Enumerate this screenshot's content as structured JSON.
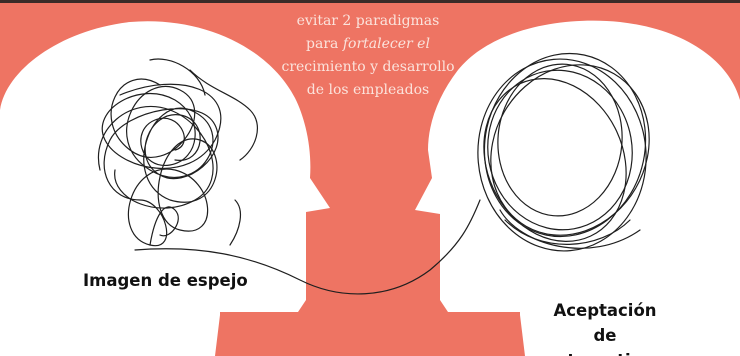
{
  "caption": {
    "line1": "evitar 2 paradigmas",
    "line2_a": "para",
    "line2_b": "fortalecer el",
    "line3": "crecimiento y desarrollo",
    "line4": "de los empleados"
  },
  "labels": {
    "left": "Imagen de espejo",
    "right_line1": "Aceptación de",
    "right_line2": "estereotipos"
  },
  "colors": {
    "background": "#ee7463",
    "heads": "#ffffff",
    "scribble": "#1f1f1f"
  },
  "icons": {
    "left": "tangled-scribble",
    "right": "loop-scribble"
  }
}
